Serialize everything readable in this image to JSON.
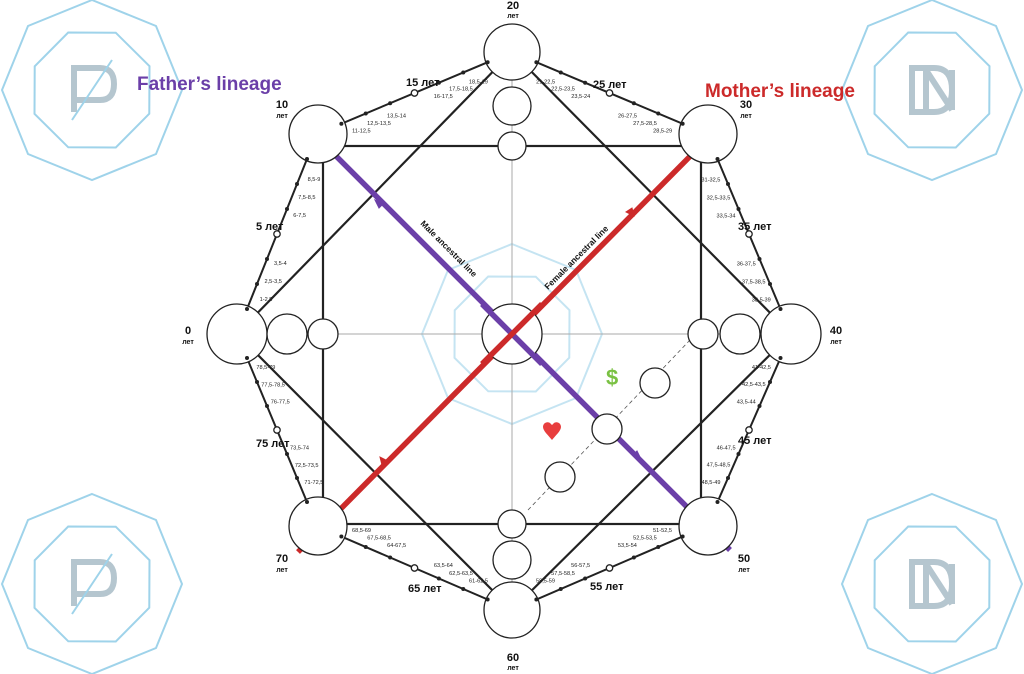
{
  "labels": {
    "father_lineage": "Father’s lineage",
    "mother_lineage": "Mother’s lineage",
    "male_line": "Male ancestral line",
    "female_line": "Female ancestral line",
    "dollar": "$"
  },
  "colors": {
    "father": "#6b3fa8",
    "mother": "#cc2a2a",
    "dollar": "#7ac143",
    "heart": "#e83e3e",
    "watermark": "#9fd3ea"
  },
  "main_ages": [
    {
      "age": "0",
      "unit": "лет"
    },
    {
      "age": "10",
      "unit": "лет"
    },
    {
      "age": "20",
      "unit": "лет"
    },
    {
      "age": "30",
      "unit": "лет"
    },
    {
      "age": "40",
      "unit": "лет"
    },
    {
      "age": "50",
      "unit": "лет"
    },
    {
      "age": "60",
      "unit": "лет"
    },
    {
      "age": "70",
      "unit": "лет"
    }
  ],
  "mid_ages": [
    "5 лет",
    "15 лет",
    "25 лет",
    "35 лет",
    "45 лет",
    "55 лет",
    "65 лет",
    "75 лет"
  ],
  "ranges": {
    "r0_5": [
      "1-2,5",
      "2,5-3,5",
      "3,5-4"
    ],
    "r5_10": [
      "6-7,5",
      "7,5-8,5",
      "8,5-9"
    ],
    "r10_15": [
      "11-12,5",
      "12,5-13,5",
      "13,5-14"
    ],
    "r15_20": [
      "16-17,5",
      "17,5-18,5",
      "18,5-19"
    ],
    "r20_25": [
      "21-22,5",
      "22,5-23,5",
      "23,5-24"
    ],
    "r25_30": [
      "26-27,5",
      "27,5-28,5",
      "28,5-29"
    ],
    "r30_35": [
      "31-32,5",
      "32,5-33,5",
      "33,5-34"
    ],
    "r35_40": [
      "36-37,5",
      "37,5-38,5",
      "38,5-39"
    ],
    "r40_45": [
      "41-42,5",
      "42,5-43,5",
      "43,5-44"
    ],
    "r45_50": [
      "46-47,5",
      "47,5-48,5",
      "48,5-49"
    ],
    "r50_55": [
      "51-52,5",
      "52,5-53,5",
      "53,5-54"
    ],
    "r55_60": [
      "56-57,5",
      "57,5-58,5",
      "58,5-59"
    ],
    "r60_65": [
      "61-62,5",
      "62,5-63,5",
      "63,5-64"
    ],
    "r65_70": [
      "64-67,5",
      "67,5-68,5",
      "68,5-69"
    ],
    "r70_75": [
      "71-72,5",
      "72,5-73,5",
      "73,5-74"
    ],
    "r75_80": [
      "76-77,5",
      "77,5-78,5",
      "78,5-79"
    ]
  }
}
